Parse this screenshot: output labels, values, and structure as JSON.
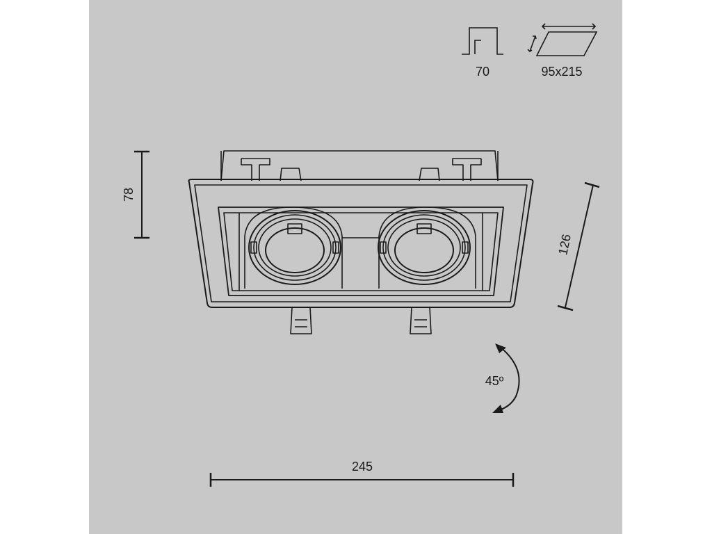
{
  "colors": {
    "background": "#c8c8c8",
    "line": "#1a1a1a",
    "margin": "#ffffff"
  },
  "icons": {
    "depth": {
      "name": "recess-depth-icon",
      "label": "70"
    },
    "cutout": {
      "name": "cutout-size-icon",
      "label": "95x215"
    }
  },
  "dimensions": {
    "height": "78",
    "width": "245",
    "depth": "126",
    "rotation": "45º"
  }
}
